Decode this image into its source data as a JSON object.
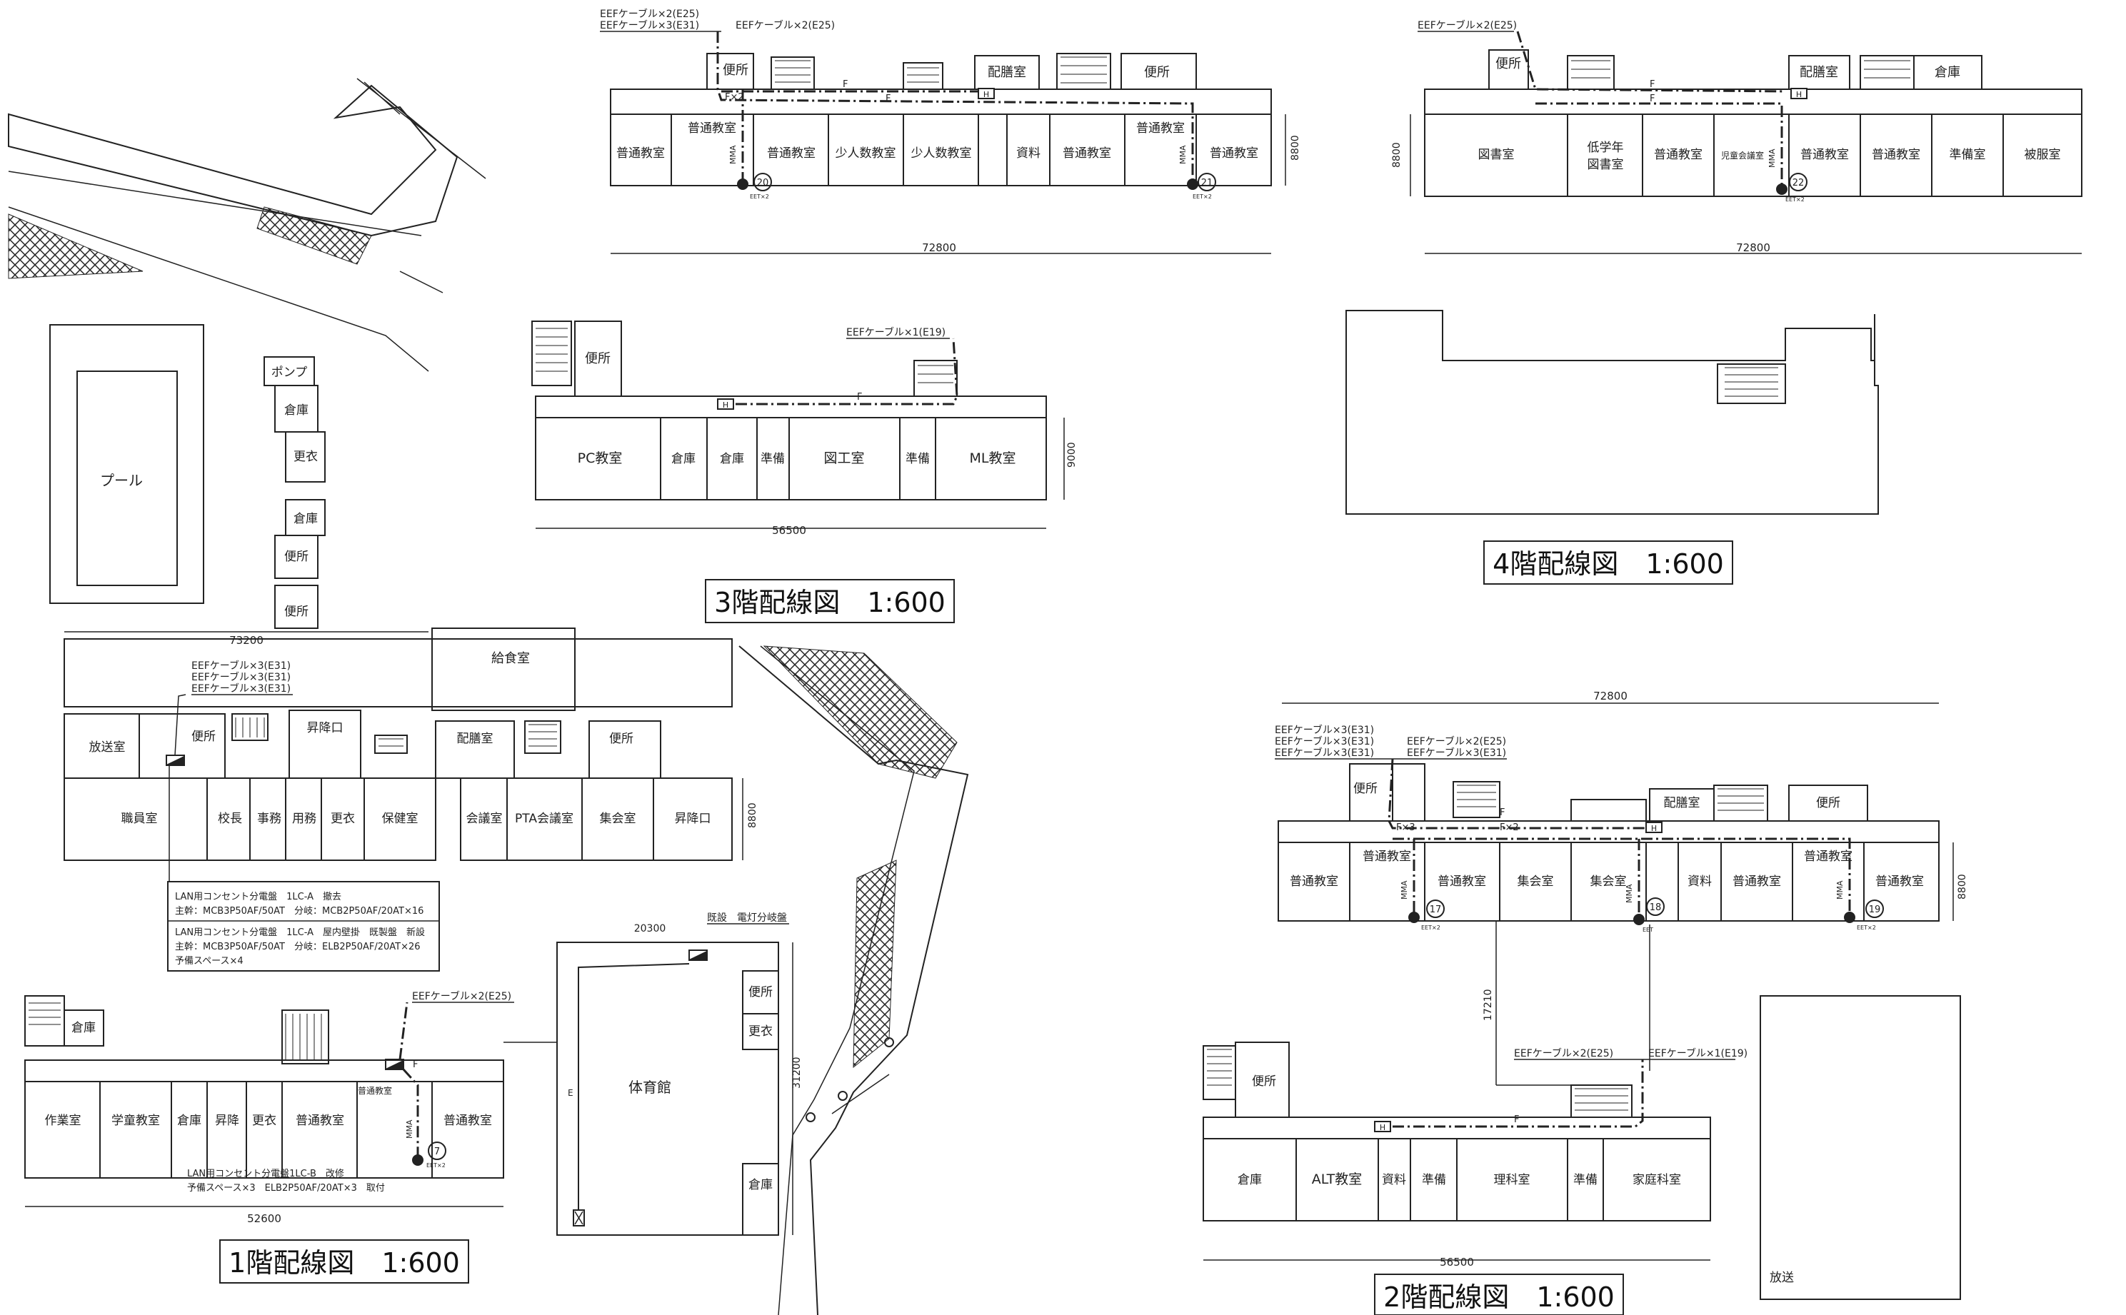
{
  "titles": {
    "floor1": "1階配線図　1:600",
    "floor2": "2階配線図　1:600",
    "floor3": "3階配線図　1:600",
    "floor4": "4階配線図　1:600"
  },
  "floor3_main": {
    "cable_a": "EEFケーブル×2(E25)",
    "cable_b": "EEFケーブル×3(E31)",
    "cable_c": "EEFケーブル×2(E25)",
    "rooms_top": [
      "便所",
      "配膳室",
      "便所"
    ],
    "rooms_bottom": [
      "普通教室",
      "普通教室",
      "普通教室",
      "少人数教室",
      "少人数教室",
      "資料",
      "普通教室",
      "普通教室",
      "普通教室"
    ],
    "width_dim": "72800",
    "depth_dim": "8800",
    "route_labels": [
      "F×2",
      "F",
      "F"
    ],
    "mma": [
      "MMA",
      "MMA"
    ],
    "outlets": [
      "20",
      "21"
    ],
    "eet": [
      "EET×2",
      "EET×2"
    ],
    "hub": "H"
  },
  "floor4": {
    "cable": "EEFケーブル×2(E25)",
    "rooms_top": [
      "便所",
      "配膳室",
      "倉庫"
    ],
    "rooms_bottom": [
      "図書室",
      "低学年",
      "図書室",
      "普通教室",
      "児童会議室",
      "普通教室",
      "普通教室",
      "準備室",
      "被服室"
    ],
    "width_dim": "72800",
    "depth_dim": "8800",
    "route_labels": [
      "F",
      "F"
    ],
    "mma": "MMA",
    "outlet": "22",
    "eet": "EET×2",
    "hub": "H"
  },
  "floor3_annex": {
    "cable": "EEFケーブル×1(E19)",
    "rooms_top": [
      "便所"
    ],
    "rooms_bottom": [
      "PC教室",
      "倉庫",
      "倉庫",
      "準備",
      "図工室",
      "準備",
      "ML教室"
    ],
    "width_dim": "56500",
    "depth_dim": "9000",
    "route_label": "F",
    "hub": "H"
  },
  "site": {
    "pool": "プール",
    "rooms": [
      "ポンプ",
      "倉庫",
      "更衣",
      "倉庫",
      "便所",
      "便所"
    ],
    "dim": "73200"
  },
  "floor1_main": {
    "cables": [
      "EEFケーブル×3(E31)",
      "EEFケーブル×3(E31)",
      "EEFケーブル×3(E31)"
    ],
    "rooms_top": [
      "給食室",
      "放送室",
      "便所",
      "昇降口",
      "配膳室",
      "便所"
    ],
    "rooms_bottom": [
      "職員室",
      "校長",
      "事務",
      "用務",
      "更衣",
      "保健室",
      "会議室",
      "PTA会議室",
      "集会室",
      "昇降口"
    ],
    "depth_dim": "8800",
    "panel_note": {
      "l1": "LAN用コンセント分電盤　1LC-A　撤去",
      "l2": "主幹：MCB3P50AF/50AT　分岐：MCB2P50AF/20AT×16",
      "l3": "LAN用コンセント分電盤　1LC-A　屋内壁掛　既製盤　新設",
      "l4": "主幹：MCB3P50AF/50AT　分岐：ELB2P50AF/20AT×26",
      "l5": "予備スペース×4"
    }
  },
  "floor1_west": {
    "cable": "EEFケーブル×2(E25)",
    "rooms": [
      "倉庫",
      "作業室",
      "学童教室",
      "倉庫",
      "昇降",
      "更衣",
      "普通教室",
      "普通教室",
      "普通教室"
    ],
    "route_label": "F",
    "mma": "MMA",
    "outlet": "7",
    "eet": "EET×2",
    "note1": "LAN用コンセント分電盤1LC-B　改修",
    "note2": "予備スペース×3　ELB2P50AF/20AT×3　取付",
    "width_dim": "52600"
  },
  "gym": {
    "label": "既設　電灯分岐盤",
    "dim": "20300",
    "dim_v": "31200",
    "rooms": [
      "体育館",
      "便所",
      "更衣",
      "倉庫"
    ],
    "route_label": "E"
  },
  "floor2_main": {
    "cables_left": [
      "EEFケーブル×3(E31)",
      "EEFケーブル×3(E31)",
      "EEFケーブル×3(E31)"
    ],
    "cables_right": [
      "EEFケーブル×2(E25)",
      "EEFケーブル×3(E31)"
    ],
    "rooms_top": [
      "便所",
      "配膳室",
      "便所"
    ],
    "rooms_bottom": [
      "普通教室",
      "普通教室",
      "普通教室",
      "集会室",
      "集会室",
      "資料",
      "普通教室",
      "普通教室",
      "普通教室"
    ],
    "width_dim": "72800",
    "depth_dim": "8800",
    "route_labels": [
      "F×3",
      "F×2",
      "F"
    ],
    "mma": [
      "MMA",
      "MMA",
      "MMA"
    ],
    "outlets": [
      "17",
      "18",
      "19"
    ],
    "eet": [
      "EET×2",
      "EET",
      "EET×2"
    ],
    "hub": "H",
    "link_dim": "17210"
  },
  "floor2_annex": {
    "cable_a": "EEFケーブル×2(E25)",
    "cable_b": "EEFケーブル×1(E19)",
    "rooms": [
      "便所",
      "倉庫",
      "ALT教室",
      "資料",
      "準備",
      "理科室",
      "準備",
      "家庭科室"
    ],
    "route_label": "F",
    "hub": "H",
    "width_dim": "56500",
    "gym_label": "放送"
  }
}
